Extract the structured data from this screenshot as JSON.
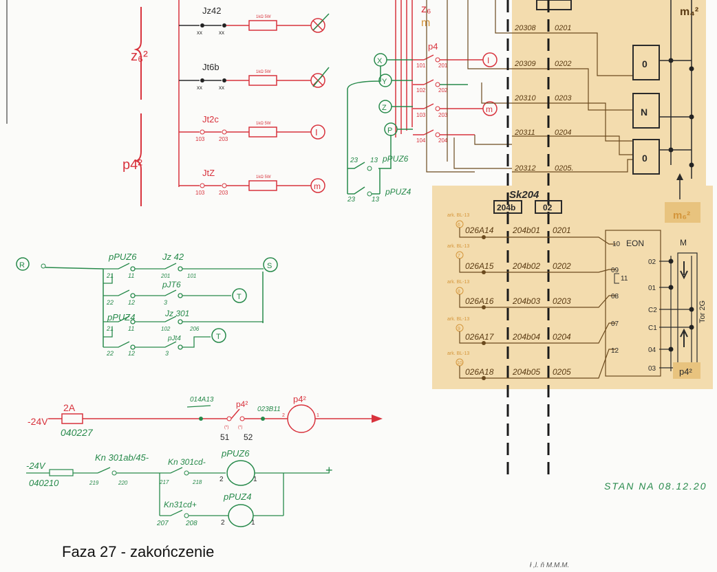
{
  "caption": "Faza 27 - zakończenie",
  "stamp": "STAN NA 08.12.20",
  "top_left": {
    "group_labels": [
      "z₆²",
      "p4²"
    ],
    "rows": [
      {
        "relay": "Jz42",
        "contacts": [
          "xx",
          "xx"
        ],
        "resistor": "1kΩ 5W",
        "lamp": "⊗"
      },
      {
        "relay": "Jt6b",
        "contacts": [
          "xx",
          "xx"
        ],
        "resistor": "1kΩ 5W",
        "lamp": "⊗"
      },
      {
        "relay": "Jt2c",
        "contacts": [
          "103",
          "203"
        ],
        "resistor": "1kΩ 5W",
        "lamp": "I"
      },
      {
        "relay": "JtZ",
        "contacts": [
          "103",
          "203"
        ],
        "resistor": "1kΩ 5W",
        "lamp": "m"
      }
    ]
  },
  "top_center": {
    "header": "z₆",
    "header_sub": "m",
    "relay": "p4",
    "inputs": [
      "X",
      "Y",
      "Z",
      "P"
    ],
    "contacts": [
      {
        "a": "101",
        "b": "201",
        "out": "I"
      },
      {
        "a": "102",
        "b": "202",
        "out": ""
      },
      {
        "a": "103",
        "b": "203",
        "out": "m"
      },
      {
        "a": "104",
        "b": "204",
        "out": ""
      }
    ],
    "puz_contacts": [
      {
        "a": "23",
        "b": "13",
        "label": "pPUZ6"
      },
      {
        "a": "23",
        "b": "13",
        "label": "pPUZ4"
      }
    ]
  },
  "top_right": {
    "top_label": "m₄²",
    "bottom_label": "m₆²",
    "wire_ids": [
      "20308",
      "20309",
      "20310",
      "20311",
      "20312"
    ],
    "wire_ids_b": [
      "0201",
      "0202",
      "0203",
      "0204",
      "0205."
    ],
    "blocks": [
      "0",
      "N",
      "0"
    ]
  },
  "middle_right": {
    "header": "Sk204",
    "header_left": "204b",
    "header_right": "02",
    "rows": [
      {
        "ref": "ark. BL-13",
        "num": "6",
        "id": "026A14",
        "b": "204b01",
        "c": "0201"
      },
      {
        "ref": "ark. BL-13",
        "num": "7",
        "id": "026A15",
        "b": "204b02",
        "c": "0202"
      },
      {
        "ref": "ark. BL-13",
        "num": "8",
        "id": "026A16",
        "b": "204b03",
        "c": "0203"
      },
      {
        "ref": "ark. BL-13",
        "num": "9",
        "id": "026A17",
        "b": "204b04",
        "c": "0204"
      },
      {
        "ref": "ark. BL-13",
        "num": "10",
        "id": "026A18",
        "b": "204b05",
        "c": "0205"
      }
    ],
    "eon": {
      "title": "EON",
      "left_pins": [
        "10",
        "09",
        "11",
        "08",
        "07",
        "12"
      ],
      "right_pins": [
        "02",
        "01",
        "C2",
        "C1",
        "04",
        "03"
      ]
    },
    "motor_label": "M",
    "tor_label": "Tor 2G",
    "badge": "p4²"
  },
  "middle_left": {
    "start": "R",
    "end": "S",
    "t_label": "T",
    "contacts": [
      {
        "relay": "pPUZ6",
        "a": "21",
        "b": "11"
      },
      {
        "relay": "",
        "a": "22",
        "b": "12"
      },
      {
        "relay": "pPUZ4",
        "a": "21",
        "b": "11"
      },
      {
        "relay": "",
        "a": "22",
        "b": "12"
      }
    ],
    "contacts_right": [
      {
        "relay": "Jz 42",
        "a": "201",
        "b": "101"
      },
      {
        "relay": "pJT6",
        "a": "3",
        "b": ""
      },
      {
        "relay": "Jz 301",
        "a": "102",
        "b": "206"
      },
      {
        "relay": "pJt4",
        "a": "3",
        "b": ""
      }
    ]
  },
  "power": {
    "voltage": "-24V",
    "fuse": "2A",
    "fuse_id": "040227",
    "wire_a": "014A13",
    "wire_b": "023B11",
    "relay": "p4²",
    "coil": "p4²",
    "terminals": [
      "51",
      "52"
    ],
    "marks": [
      "(*)",
      "(*)"
    ],
    "coil_pins": [
      "2",
      "1"
    ]
  },
  "bottom_circuit": {
    "voltage": "-24V",
    "res_id": "040210",
    "k1": "Kn 301ab/45-",
    "k1_pins": [
      "219",
      "220"
    ],
    "k2": "Kn 301cd-",
    "k2_pins": [
      "217",
      "218"
    ],
    "k3": "Kn31cd+",
    "k3_pins": [
      "207",
      "208"
    ],
    "coil1": "pPUZ6",
    "coil2": "pPUZ4",
    "coil_pins": [
      "2",
      "1"
    ],
    "plus": "+"
  },
  "colors": {
    "red": "#d8323c",
    "green": "#26894a",
    "brown": "#5a3a12",
    "orange_fill": "#f3dcae",
    "black": "#2a2a2a"
  },
  "footer_scribble": "ł ,l. ň M.M.M."
}
